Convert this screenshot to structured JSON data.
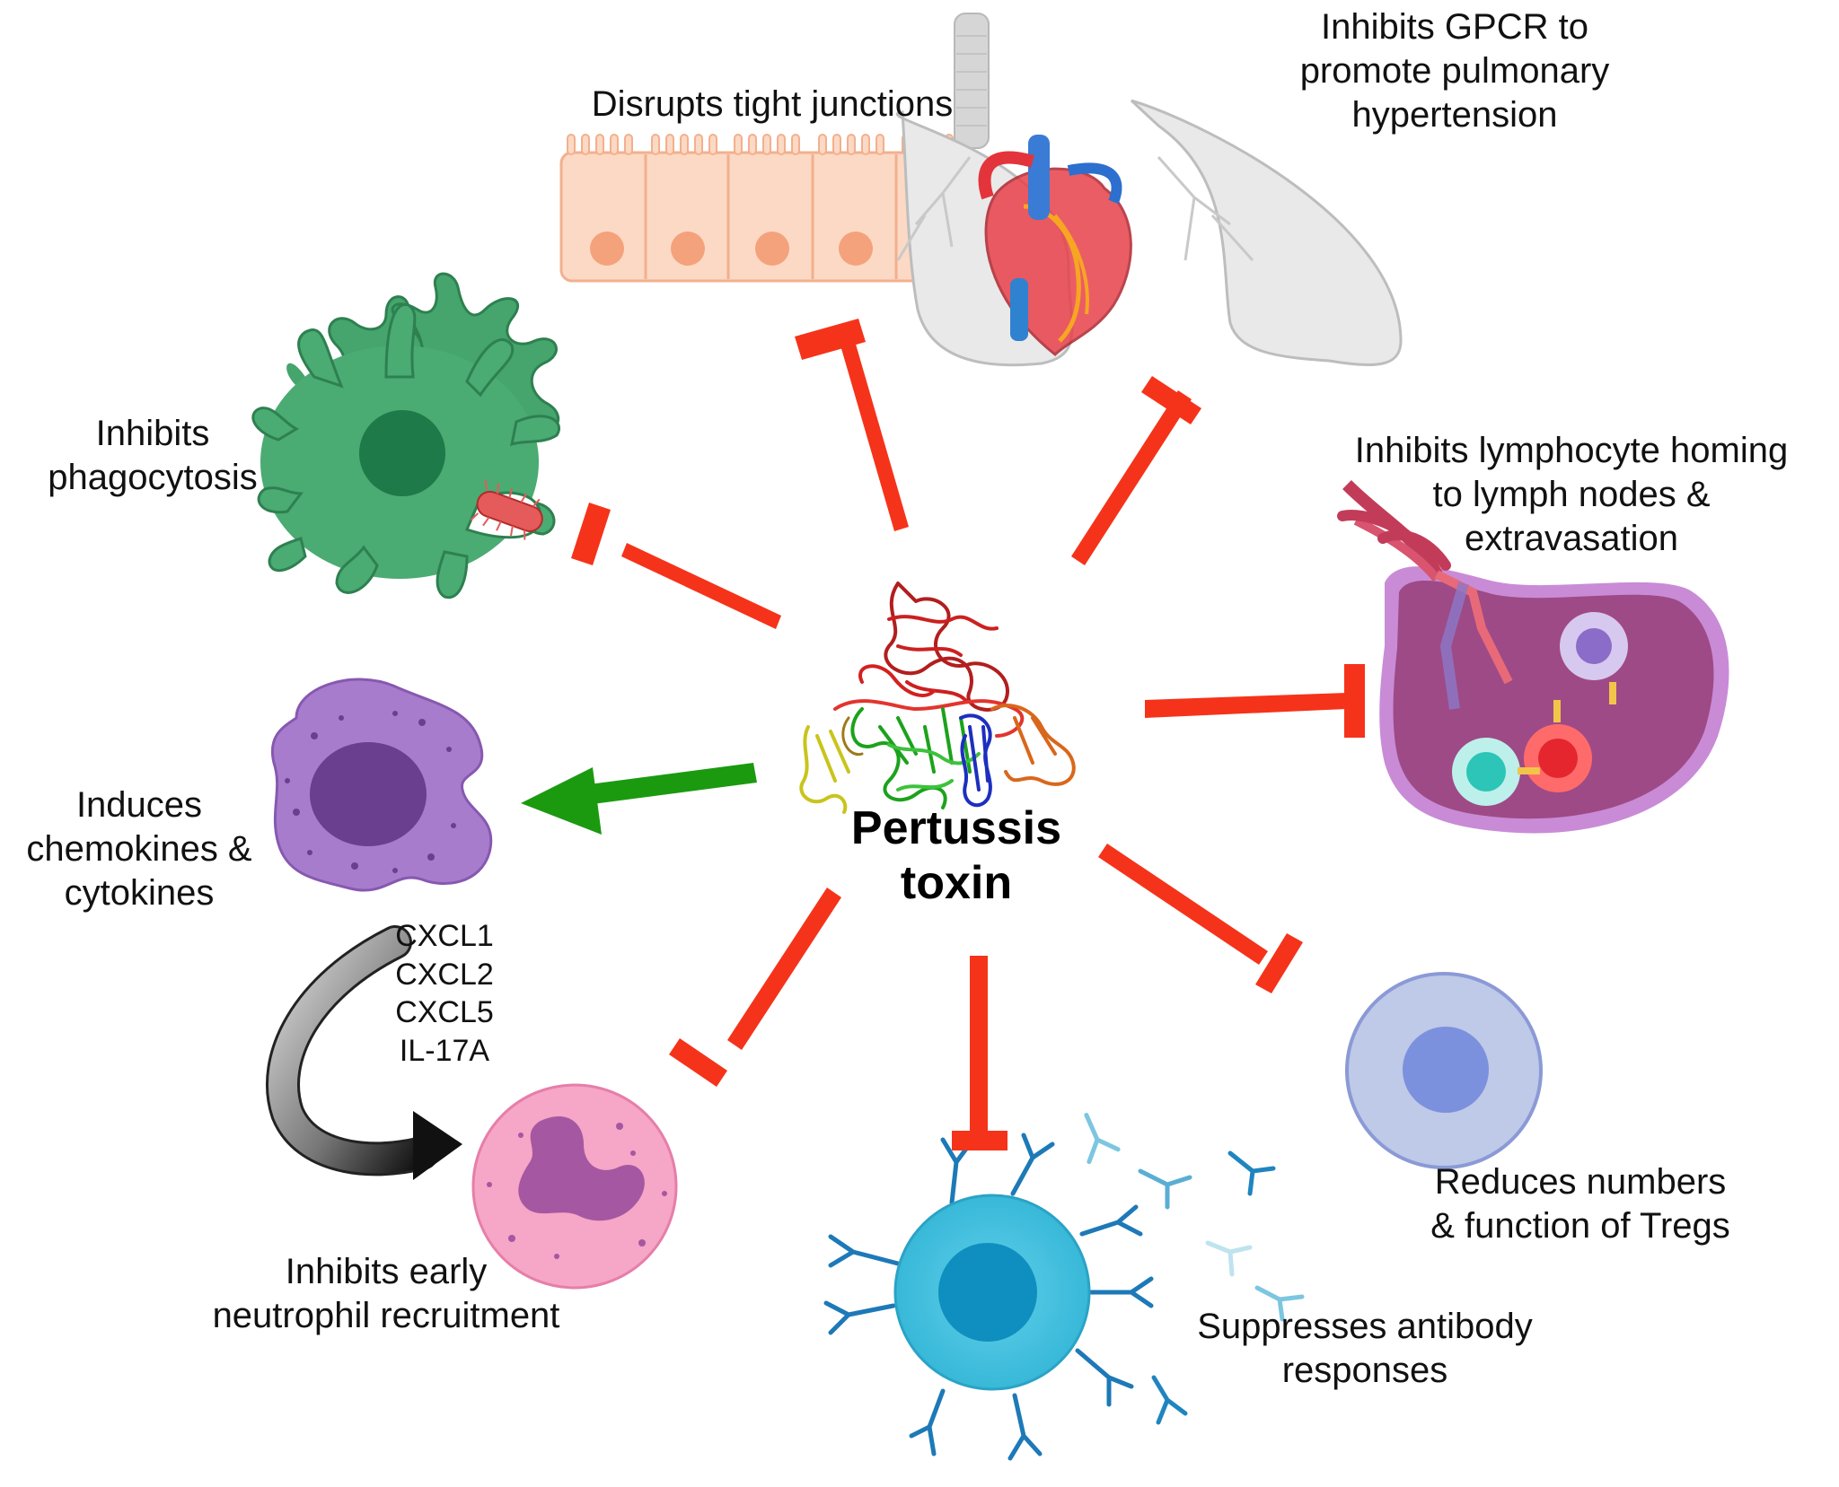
{
  "center": {
    "line1": "Pertussis",
    "line2": "toxin"
  },
  "effects": {
    "tight_junctions": {
      "line1": "Disrupts tight junctions"
    },
    "gpcr": {
      "line1": "Inhibits GPCR to",
      "line2": "promote pulmonary",
      "line3": "hypertension"
    },
    "phagocytosis": {
      "line1": "Inhibits",
      "line2": "phagocytosis"
    },
    "lymphocyte": {
      "line1": "Inhibits lymphocyte homing",
      "line2": "to lymph nodes &",
      "line3": "extravasation"
    },
    "chemokines": {
      "line1": "Induces",
      "line2": "chemokines &",
      "line3": "cytokines"
    },
    "neutrophil": {
      "line1": "Inhibits early",
      "line2": "neutrophil recruitment"
    },
    "antibody": {
      "line1": "Suppresses antibody",
      "line2": "responses"
    },
    "tregs": {
      "line1": "Reduces numbers",
      "line2": "& function of Tregs"
    }
  },
  "cytokine_list": [
    "CXCL1",
    "CXCL2",
    "CXCL5",
    "IL-17A"
  ],
  "colors": {
    "inhibit": "#f5331a",
    "induce": "#1b9a10"
  },
  "icons": [
    "epithelial-cells-icon",
    "lungs-heart-icon",
    "dendritic-cell-icon",
    "lymph-node-icon",
    "macrophage-icon",
    "neutrophil-icon",
    "b-cell-icon",
    "treg-cell-icon",
    "protein-structure-icon"
  ]
}
